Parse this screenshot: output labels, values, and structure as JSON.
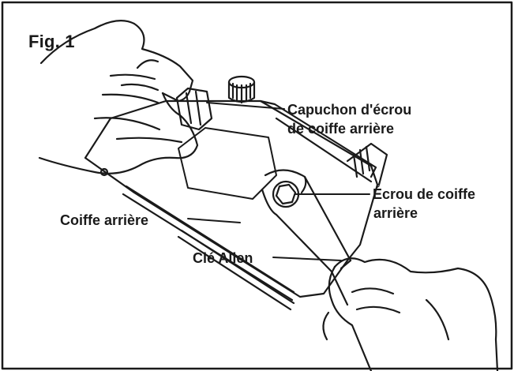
{
  "figure": {
    "title": "Fig. 1"
  },
  "labels": {
    "capuchon_line1": "Capuchon d'écrou",
    "capuchon_line2": "de coiffe arrière",
    "ecrou_line1": "Écrou de coiffe",
    "ecrou_line2": "arrière",
    "coiffe": "Coiffe arrière",
    "cle": "Clé Allen"
  },
  "colors": {
    "line": "#1a1a1a",
    "background": "#ffffff"
  },
  "icons": {
    "upper_hand": "gloved-hand-icon",
    "lower_hand": "gloved-hand-icon",
    "wrench": "allen-key-icon",
    "nut": "hex-nut-icon"
  }
}
